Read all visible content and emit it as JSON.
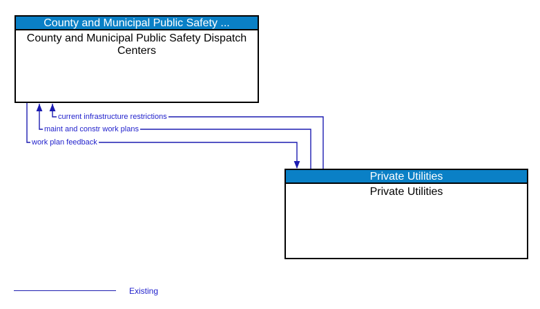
{
  "entities": [
    {
      "header": "County and Municipal Public Safety ...",
      "body": "County and Municipal Public Safety Dispatch Centers"
    },
    {
      "header": "Private Utilities",
      "body": "Private Utilities"
    }
  ],
  "flows": [
    {
      "label": "current infrastructure restrictions",
      "from": "Private Utilities",
      "to": "County and Municipal Public Safety Dispatch Centers",
      "status": "Existing"
    },
    {
      "label": "maint and constr work plans",
      "from": "Private Utilities",
      "to": "County and Municipal Public Safety Dispatch Centers",
      "status": "Existing"
    },
    {
      "label": "work plan feedback",
      "from": "County and Municipal Public Safety Dispatch Centers",
      "to": "Private Utilities",
      "status": "Existing"
    }
  ],
  "legend": {
    "label": "Existing"
  },
  "colors": {
    "header_bg": "#0a80c6",
    "header_text": "#ffffff",
    "flow_line": "#1b1bb0",
    "flow_label": "#2222cc",
    "border": "#000000"
  }
}
